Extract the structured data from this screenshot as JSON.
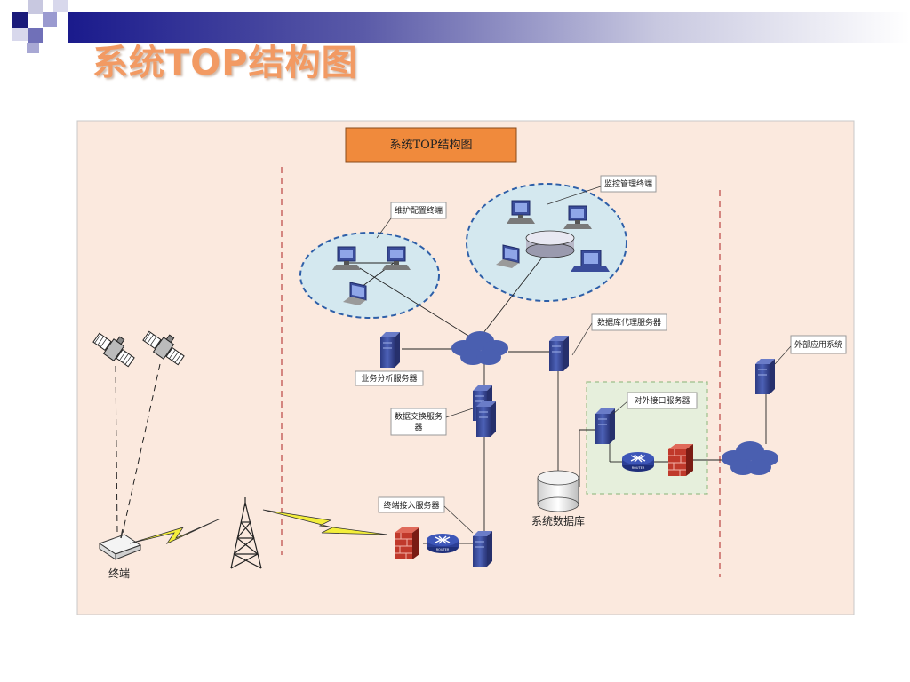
{
  "slide": {
    "title": "系统TOP结构图"
  },
  "diagram": {
    "title": "系统TOP结构图",
    "labels": {
      "monitor": "监控管理终端",
      "maintenance": "维护配置终端",
      "db_proxy": "数据库代理服务器",
      "external_app": "外部应用系统",
      "business_analysis": "业务分析服务器",
      "external_interface": "对外接口服务器",
      "data_exchange_line1": "数据交换服务",
      "data_exchange_line2": "器",
      "terminal_access": "终端接入服务器",
      "system_db": "系统数据库",
      "terminal": "终端"
    },
    "router_text": "ROUTER"
  },
  "colors": {
    "title_orange": "#f29a63",
    "diagram_bg": "#fbe9de",
    "title_box": "#f08a3c",
    "dashed_red": "#c0504d",
    "server_blue": "#3a4c9a",
    "cloud_blue": "#4a5fb0",
    "circle_fill": "#d4e8ef",
    "circle_border": "#2e5fa8",
    "green_zone": "#e6efdc",
    "firewall_red": "#c0392b",
    "lightning": "#f3ee3b"
  }
}
